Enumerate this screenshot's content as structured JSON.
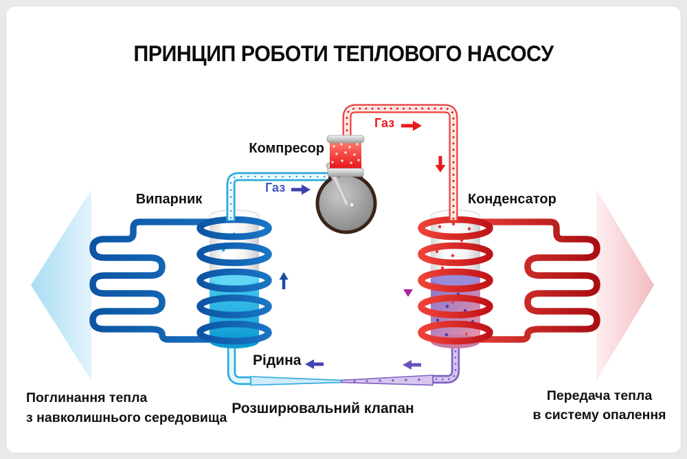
{
  "title": "ПРИНЦИП РОБОТИ ТЕПЛОВОГО НАСОСУ",
  "labels": {
    "compressor": "Компресор",
    "evaporator": "Випарник",
    "condenser": "Конденсатор",
    "gas_hot": "Газ",
    "gas_cold": "Газ",
    "liquid": "Рідина",
    "expansion_valve": "Розширювальний клапан",
    "heat_absorption_line1": "Поглинання тепла",
    "heat_absorption_line2": "з навколишнього середовища",
    "heat_transfer_line1": "Передача тепла",
    "heat_transfer_line2": "в систему опалення"
  },
  "colors": {
    "hot_pipe": "#e8262b",
    "cold_pipe": "#1266b3",
    "cyan_pipe": "#2ea9dc",
    "purple_pipe": "#7e62c2",
    "hot_text": "#e81b1b",
    "cold_text": "#4757c0",
    "left_arrow_fill": "#b5e2f5",
    "right_arrow_fill": "#f6c6ca"
  }
}
